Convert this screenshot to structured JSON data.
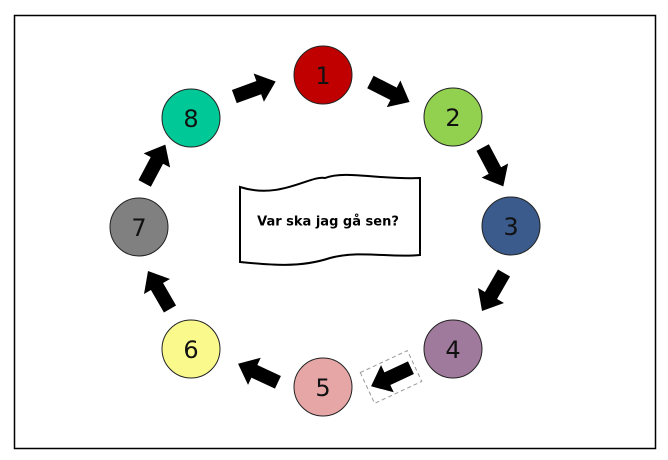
{
  "title": "Var ska jag gå sen?",
  "steps": [
    {
      "label": "1",
      "color": "#c00000"
    },
    {
      "label": "2",
      "color": "#92d050"
    },
    {
      "label": "3",
      "color": "#3b5b8c"
    },
    {
      "label": "4",
      "color": "#a07a9c"
    },
    {
      "label": "5",
      "color": "#e6a6a6"
    },
    {
      "label": "6",
      "color": "#fafa8c"
    },
    {
      "label": "7",
      "color": "#808080"
    },
    {
      "label": "8",
      "color": "#00c896"
    }
  ]
}
